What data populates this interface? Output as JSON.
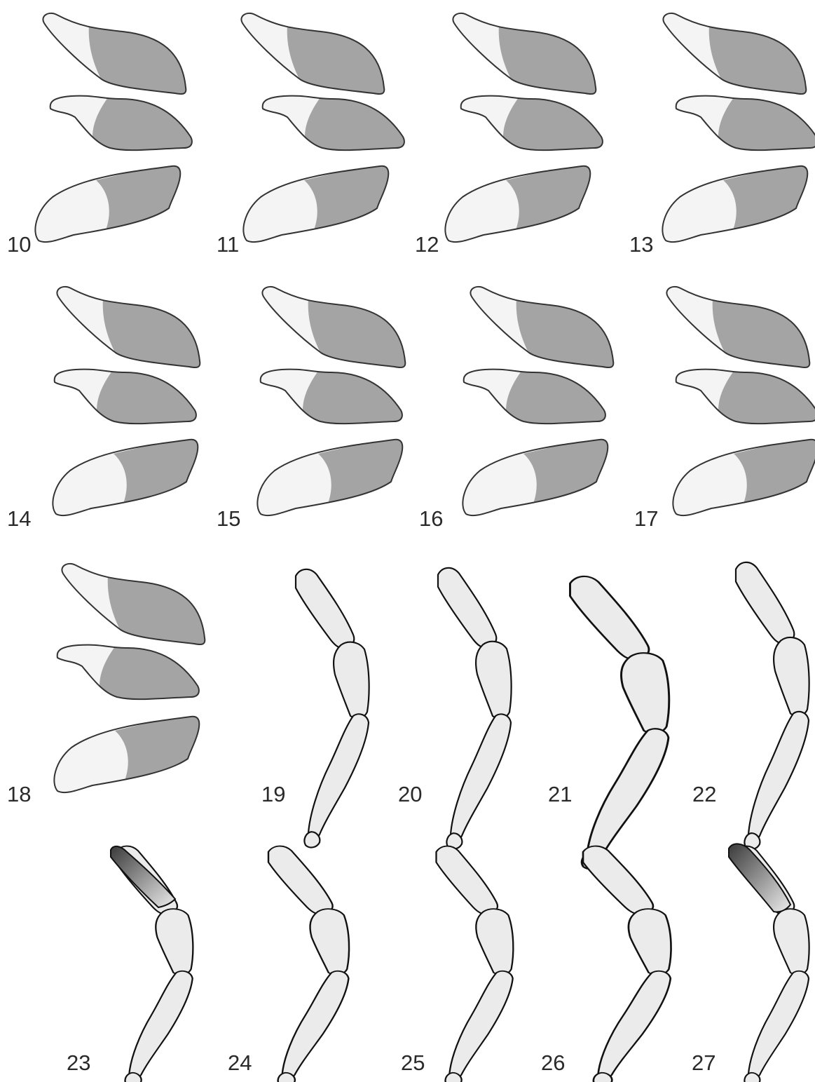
{
  "figure": {
    "colors": {
      "background": "#ffffff",
      "dark_area": "#a4a4a4",
      "pale_area": "#f4f4f4",
      "leg_fill": "#ebebeb",
      "outline": "#222222"
    }
  },
  "elytra_figures": [
    {
      "label": "10"
    },
    {
      "label": "11"
    },
    {
      "label": "12"
    },
    {
      "label": "13"
    },
    {
      "label": "14"
    },
    {
      "label": "15"
    },
    {
      "label": "16"
    },
    {
      "label": "17"
    },
    {
      "label": "18"
    }
  ],
  "leg_figures": [
    {
      "label": "19"
    },
    {
      "label": "20"
    },
    {
      "label": "21"
    },
    {
      "label": "22"
    },
    {
      "label": "23"
    },
    {
      "label": "24"
    },
    {
      "label": "25"
    },
    {
      "label": "26"
    },
    {
      "label": "27"
    }
  ]
}
